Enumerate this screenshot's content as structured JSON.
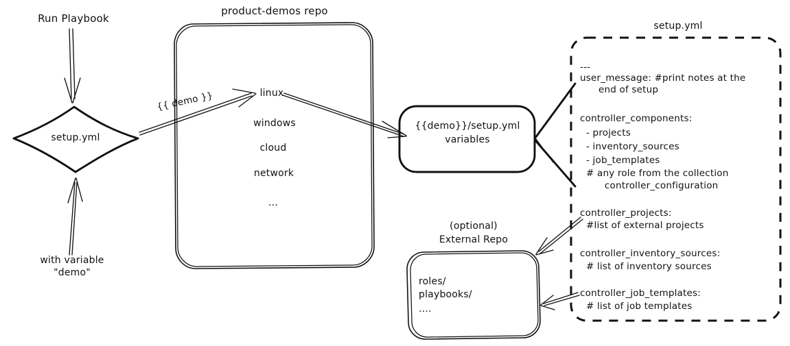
{
  "diagram": {
    "title": "Ansible product-demos setup.yml flow",
    "style": "hand-drawn whiteboard sketch",
    "stroke_color": "#111111",
    "background": "#ffffff"
  },
  "annotations": {
    "run_playbook": "Run Playbook",
    "with_variable": "with variable\n\"demo\"",
    "demo_var_label": "{{ demo }}"
  },
  "nodes": {
    "setup_diamond": {
      "label": "setup.yml",
      "shape": "diamond"
    },
    "repo_box": {
      "title": "product-demos repo",
      "shape": "rounded-rect",
      "items": [
        "linux",
        "windows",
        "cloud",
        "network",
        "..."
      ]
    },
    "variables_box": {
      "shape": "rounded-rect",
      "line1": "{{demo}}/setup.yml",
      "line2": "variables"
    },
    "external_repo": {
      "title_line1": "(optional)",
      "title_line2": "External Repo",
      "shape": "rounded-rect",
      "items": [
        "roles/",
        "playbooks/",
        "...."
      ]
    },
    "setup_yml_file": {
      "title": "setup.yml",
      "shape": "dashed-rounded-rect",
      "blocks": [
        {
          "id": "doc-start",
          "lines": [
            "---"
          ]
        },
        {
          "id": "user-message",
          "lines": [
            "user_message: #print notes at the",
            "      end of setup"
          ]
        },
        {
          "id": "controller-components",
          "lines": [
            "controller_components:",
            "  - projects",
            "  - inventory_sources",
            "  - job_templates",
            "  # any role from the collection",
            "        controller_configuration"
          ]
        },
        {
          "id": "controller-projects",
          "lines": [
            "controller_projects:",
            "  #list of external projects"
          ]
        },
        {
          "id": "controller-inventory-sources",
          "lines": [
            "controller_inventory_sources:",
            "  # list of inventory sources"
          ]
        },
        {
          "id": "controller-job-templates",
          "lines": [
            "controller_job_templates:",
            "  # list of job templates"
          ]
        }
      ]
    }
  },
  "edges": [
    {
      "id": "run-playbook-to-setup",
      "from": "Run Playbook",
      "to": "setup.yml",
      "label": ""
    },
    {
      "id": "with-variable-to-setup",
      "from": "with variable \"demo\"",
      "to": "setup.yml",
      "label": ""
    },
    {
      "id": "setup-to-linux",
      "from": "setup.yml",
      "to": "linux",
      "label": "{{ demo }}"
    },
    {
      "id": "linux-to-variables",
      "from": "linux",
      "to": "{{demo}}/setup.yml variables",
      "label": ""
    },
    {
      "id": "setupyml-top-to-variables",
      "from": "setup.yml file",
      "to": "{{demo}}/setup.yml variables",
      "label": ""
    },
    {
      "id": "setupyml-bottom-to-variables",
      "from": "setup.yml file",
      "to": "{{demo}}/setup.yml variables",
      "label": ""
    },
    {
      "id": "projects-to-external-repo",
      "from": "controller_projects",
      "to": "External Repo",
      "label": ""
    },
    {
      "id": "job-templates-to-external-repo",
      "from": "controller_job_templates",
      "to": "External Repo",
      "label": ""
    }
  ]
}
